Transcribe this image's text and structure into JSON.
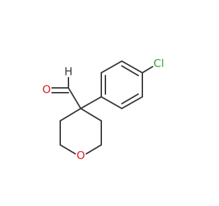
{
  "molecule": {
    "atoms": {
      "chlorine": {
        "symbol": "Cl",
        "color": "#33aa33"
      },
      "ring_oxygen": {
        "symbol": "O",
        "color": "#e0222a"
      },
      "aldehyde_oxygen": {
        "symbol": "O",
        "color": "#e0222a"
      },
      "aldehyde_hydrogen": {
        "symbol": "H",
        "color": "#3a3a3a"
      }
    },
    "bond_color": "#3a3a3a"
  }
}
